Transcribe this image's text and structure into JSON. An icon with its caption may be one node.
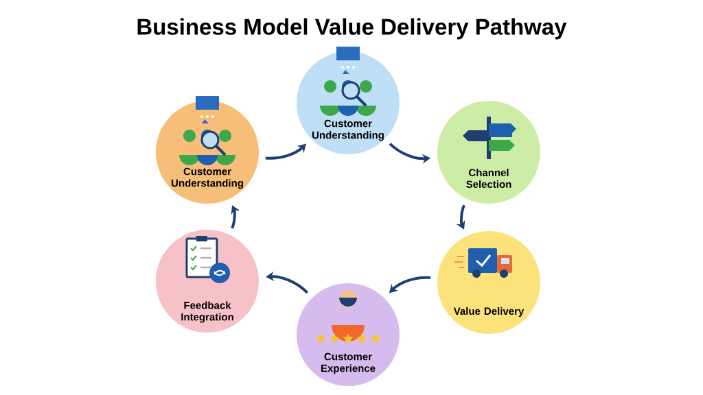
{
  "diagram": {
    "title": "Business Model Value Delivery Pathway",
    "nodes": [
      {
        "text": [
          "Customer Understanding"
        ]
      },
      {
        "text": [
          "Customer Understanding"
        ]
      },
      {
        "text": [
          "Channel Selection"
        ]
      },
      {
        "text": [
          "Value Delivery"
        ]
      },
      {
        "text": [
          "Customer Experience"
        ]
      },
      {
        "text": [
          "Feedback Integration"
        ]
      }
    ],
    "edges": [
      {
        "from": 0,
        "to": 1,
        "arrow": "to"
      },
      {
        "from": 1,
        "to": 2,
        "arrow": "to"
      },
      {
        "from": 2,
        "to": 3,
        "arrow": "to"
      },
      {
        "from": 3,
        "to": 4,
        "arrow": "to"
      },
      {
        "from": 4,
        "to": 5,
        "arrow": "to"
      },
      {
        "from": 5,
        "to": 0,
        "arrow": "to"
      }
    ]
  }
}
